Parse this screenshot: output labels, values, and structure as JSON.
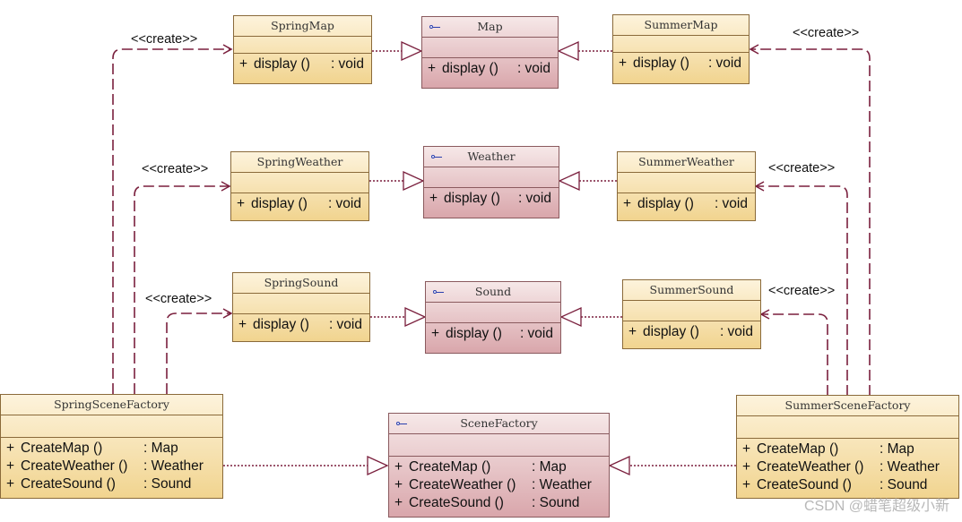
{
  "classes": {
    "spring_map": {
      "name": "SpringMap",
      "ops": [
        {
          "vis": "+",
          "name": "display ()",
          "ret": ": void"
        }
      ]
    },
    "map": {
      "name": "Map",
      "ops": [
        {
          "vis": "+",
          "name": "display ()",
          "ret": ": void"
        }
      ]
    },
    "summer_map": {
      "name": "SummerMap",
      "ops": [
        {
          "vis": "+",
          "name": "display ()",
          "ret": ": void"
        }
      ]
    },
    "spring_weather": {
      "name": "SpringWeather",
      "ops": [
        {
          "vis": "+",
          "name": "display ()",
          "ret": ": void"
        }
      ]
    },
    "weather": {
      "name": "Weather",
      "ops": [
        {
          "vis": "+",
          "name": "display ()",
          "ret": ": void"
        }
      ]
    },
    "summer_weather": {
      "name": "SummerWeather",
      "ops": [
        {
          "vis": "+",
          "name": "display ()",
          "ret": ": void"
        }
      ]
    },
    "spring_sound": {
      "name": "SpringSound",
      "ops": [
        {
          "vis": "+",
          "name": "display ()",
          "ret": ": void"
        }
      ]
    },
    "sound": {
      "name": "Sound",
      "ops": [
        {
          "vis": "+",
          "name": "display ()",
          "ret": ": void"
        }
      ]
    },
    "summer_sound": {
      "name": "SummerSound",
      "ops": [
        {
          "vis": "+",
          "name": "display ()",
          "ret": ": void"
        }
      ]
    },
    "spring_factory": {
      "name": "SpringSceneFactory",
      "ops": [
        {
          "vis": "+",
          "name": "CreateMap ()",
          "ret": ": Map"
        },
        {
          "vis": "+",
          "name": "CreateWeather ()",
          "ret": ": Weather"
        },
        {
          "vis": "+",
          "name": "CreateSound ()",
          "ret": ": Sound"
        }
      ]
    },
    "scene_factory": {
      "name": "SceneFactory",
      "ops": [
        {
          "vis": "+",
          "name": "CreateMap ()",
          "ret": ": Map"
        },
        {
          "vis": "+",
          "name": "CreateWeather ()",
          "ret": ": Weather"
        },
        {
          "vis": "+",
          "name": "CreateSound ()",
          "ret": ": Sound"
        }
      ]
    },
    "summer_factory": {
      "name": "SummerSceneFactory",
      "ops": [
        {
          "vis": "+",
          "name": "CreateMap ()",
          "ret": ": Map"
        },
        {
          "vis": "+",
          "name": "CreateWeather ()",
          "ret": ": Weather"
        },
        {
          "vis": "+",
          "name": "CreateSound ()",
          "ret": ": Sound"
        }
      ]
    }
  },
  "create_label": "<<create>>",
  "watermark": "CSDN @蜡笔超级小新",
  "colors": {
    "dependency_line": "#7a1f3d",
    "realization_line": "#7a1f3d",
    "concrete_fill": "#f1d48f",
    "interface_fill": "#d9a6ab"
  }
}
